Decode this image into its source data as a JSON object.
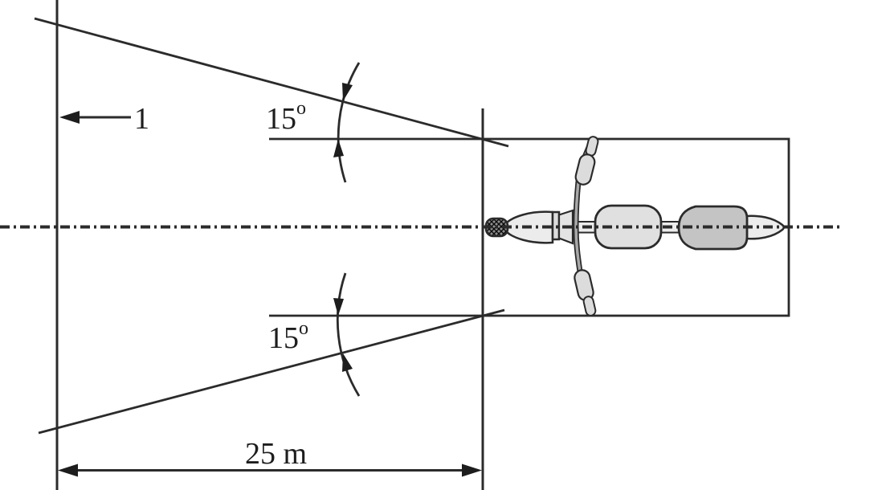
{
  "diagram": {
    "labels": {
      "item_marker": "1",
      "top_angle_value": "15",
      "top_angle_unit": "o",
      "bottom_angle_value": "15",
      "bottom_angle_unit": "o",
      "distance": "25 m"
    },
    "colors": {
      "background": "#ffffff",
      "line": "#2b2b2b",
      "text": "#1d1d1d",
      "tank": "#e0e0e0",
      "seat": "#c4c4c4",
      "light_part": "#ececec",
      "grip": "#dcdcdc",
      "steering": "#e4e4e4",
      "tire_base": "#8f8f8f",
      "tire_hatch": "#0a0a0a"
    }
  }
}
